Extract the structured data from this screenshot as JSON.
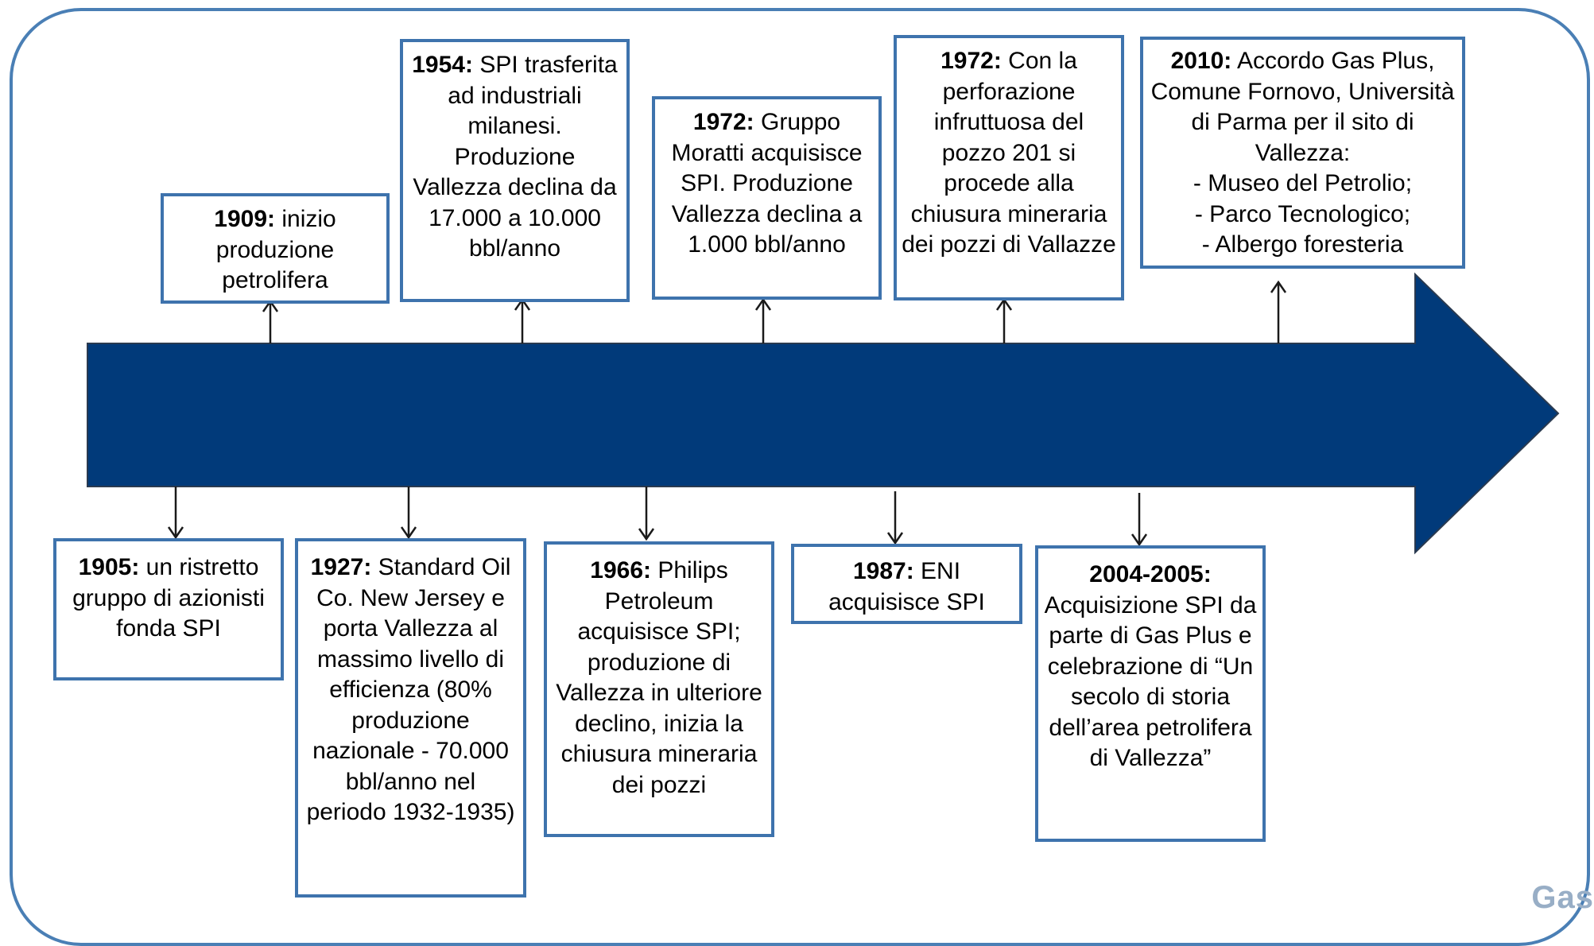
{
  "colors": {
    "frame": "#4a7fb5",
    "arrow": "#013a7a",
    "box_border": "#3e73ad",
    "connector": "#1a1a1a",
    "logo": "#98aec6"
  },
  "events_above": [
    {
      "year": "1909:",
      "text": "inizio produzione petrolifera"
    },
    {
      "year": "1954:",
      "text": "SPI trasferita ad industriali milanesi. Produzione Vallezza declina da 17.000 a 10.000 bbl/anno"
    },
    {
      "year": "1972:",
      "text": "Gruppo Moratti acquisisce SPI. Produzione Vallezza declina a 1.000 bbl/anno"
    },
    {
      "year": "1972:",
      "text": "Con la perforazione infruttuosa del pozzo 201 si procede alla chiusura mineraria dei pozzi di Vallazze"
    },
    {
      "year": "2010:",
      "text": "Accordo Gas Plus, Comune Fornovo, Università di Parma per  il sito di Vallezza:",
      "items": [
        "- Museo del Petrolio;",
        "- Parco Tecnologico;",
        "- Albergo foresteria"
      ]
    }
  ],
  "events_below": [
    {
      "year": "1905:",
      "text": "un ristretto gruppo di azionisti fonda SPI"
    },
    {
      "year": "1927:",
      "text": "Standard Oil Co. New Jersey e porta Vallezza al massimo livello di efficienza (80% produzione nazionale - 70.000 bbl/anno nel periodo 1932-1935)"
    },
    {
      "year": "1966:",
      "text": "Philips Petroleum acquisisce SPI; produzione di Vallezza in ulteriore declino, inizia la chiusura mineraria dei pozzi"
    },
    {
      "year": "1987:",
      "text": "ENI acquisisce SPI"
    },
    {
      "year": "2004-2005:",
      "text": "Acquisizione SPI da parte di Gas Plus e celebrazione di “Un secolo di storia dell’area petrolifera di Vallezza”"
    }
  ],
  "logo": "Gas"
}
